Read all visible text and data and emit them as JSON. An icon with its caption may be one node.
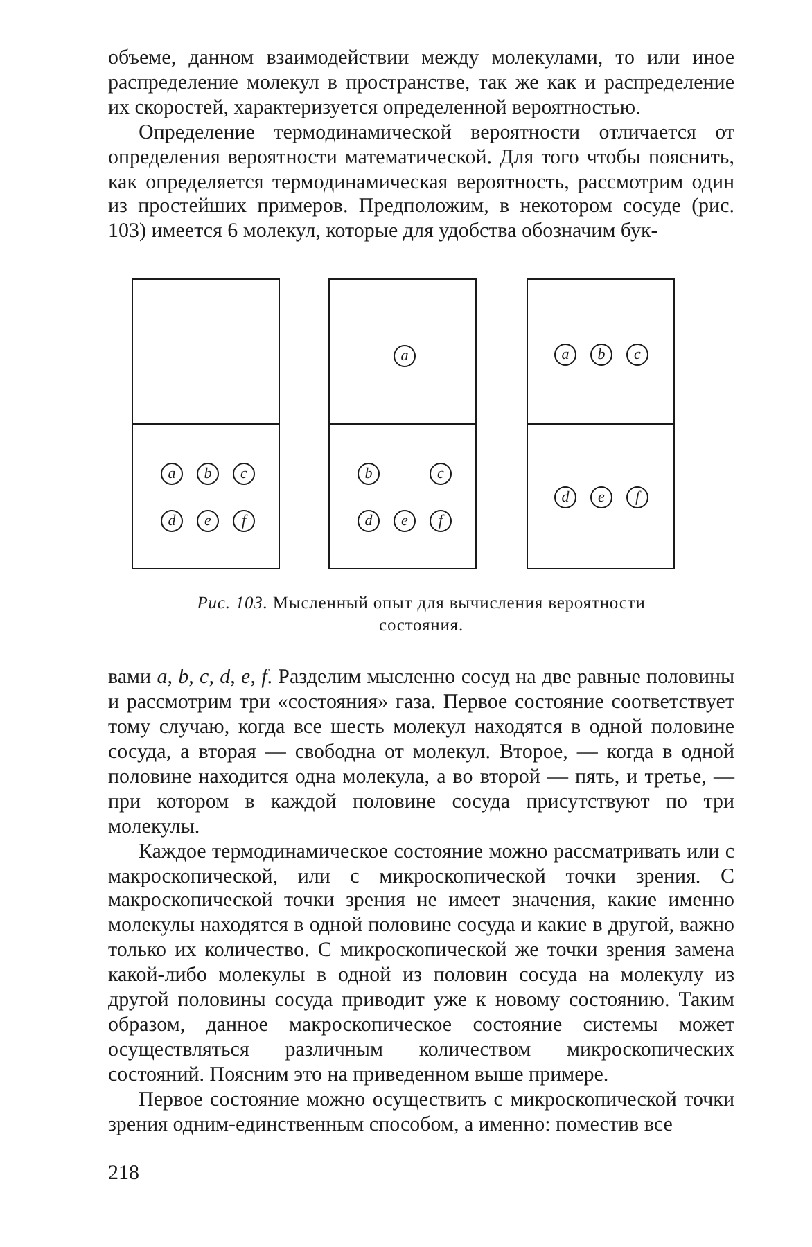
{
  "diagram": {
    "caption": "*Рис. 103.* Мысленный опыт для вычисления вероятности состояния.",
    "nodes": [
      {
        "text": [],
        "shape": "box"
      },
      {
        "text": [],
        "shape": "box",
        "in": 0
      },
      {
        "text": [],
        "shape": "box",
        "in": 0
      },
      {
        "text": [
          "a"
        ],
        "in": 2
      },
      {
        "text": [
          "b"
        ],
        "in": 2
      },
      {
        "text": [
          "c"
        ],
        "in": 2
      },
      {
        "text": [
          "d"
        ],
        "in": 2
      },
      {
        "text": [
          "e"
        ],
        "in": 2
      },
      {
        "text": [
          "f"
        ],
        "in": 2
      },
      {
        "text": [],
        "shape": "box"
      },
      {
        "text": [],
        "shape": "box",
        "in": 9
      },
      {
        "text": [
          "a"
        ],
        "in": 10
      },
      {
        "text": [],
        "shape": "box",
        "in": 9
      },
      {
        "text": [
          "b"
        ],
        "in": 12
      },
      {
        "text": [
          "c"
        ],
        "in": 12
      },
      {
        "text": [
          "d"
        ],
        "in": 12
      },
      {
        "text": [
          "e"
        ],
        "in": 12
      },
      {
        "text": [
          "f"
        ],
        "in": 12
      },
      {
        "text": [],
        "shape": "box"
      },
      {
        "text": [],
        "shape": "box",
        "in": 18
      },
      {
        "text": [
          "a"
        ],
        "in": 19
      },
      {
        "text": [
          "b"
        ],
        "in": 19
      },
      {
        "text": [
          "c"
        ],
        "in": 19
      },
      {
        "text": [],
        "shape": "box",
        "in": 18
      },
      {
        "text": [
          "d"
        ],
        "in": 23
      },
      {
        "text": [
          "e"
        ],
        "in": 23
      },
      {
        "text": [
          "f"
        ],
        "in": 23
      }
    ],
    "labels": [
      "объеме, данном взаимодействии между молекулами, то или иное распределение молекул в пространстве, так же как и распределение их скоростей, характеризуется определенной вероятностью.",
      "Определение термодинамической вероятности отличается от определения вероятности математической. Для того чтобы пояснить, как определяется термодинамическая вероятность, рассмотрим один из простейших примеров. Предположим, в некотором сосуде (рис. 103) имеется 6 молекул, которые для удобства обозначим бук-",
      "вами *a*, *b*, *c*, *d*, *e*, *f*. Разделим мысленно сосуд на две равные половины и рассмотрим три «состояния» газа. Первое состояние соответствует тому случаю, когда все шесть молекул находятся в одной половине сосуда, а вторая — свободна от молекул. Второе, — когда в одной половине находится одна молекула, а во второй — пять, и третье, — при котором в каждой половине сосуда присутствуют по три молекулы.",
      "Каждое термодинамическое состояние можно рассматривать или с макроскопической, или с микроскопической точки зрения. С макроскопической точки зрения не имеет значения, какие именно молекулы находятся в одной половине сосуда и какие в другой, важно только их количество. С микроскопической же точки зрения замена какой-либо молекулы в одной из половин сосуда на молекулу из другой половины сосуда приводит уже к новому состоянию. Таким образом, данное макроскопическое состояние системы может осуществляться различным количеством микроскопических состояний. Поясним это на приведенном выше примере.",
      "Первое состояние можно осуществить с микроскопической точки зрения одним-единственным способом, а именно: поместив все",
      "218"
    ]
  }
}
